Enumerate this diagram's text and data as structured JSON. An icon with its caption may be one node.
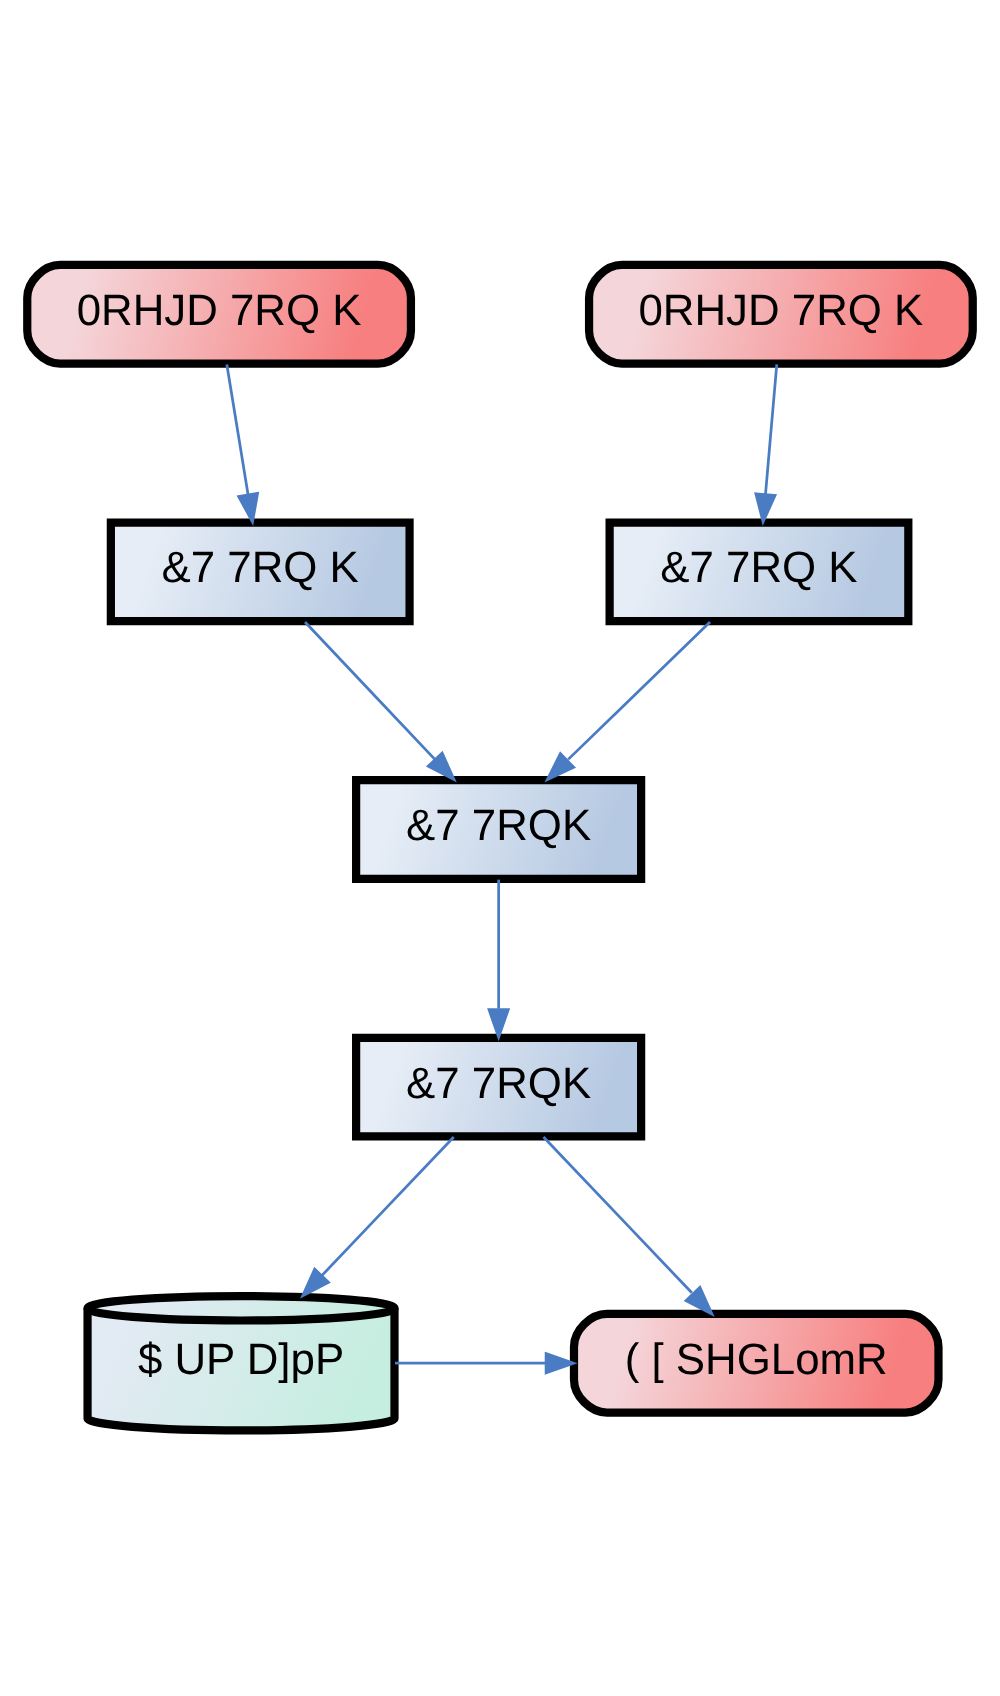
{
  "diagram": {
    "nodes": [
      {
        "text": [
          "0RHJD 7RQ K"
        ]
      },
      {
        "text": [
          "0RHJD 7RQ K"
        ]
      },
      {
        "text": [
          "&7 7RQ K"
        ]
      },
      {
        "text": [
          "&7 7RQ K"
        ]
      },
      {
        "text": [
          "&7 7RQK"
        ]
      },
      {
        "text": [
          "&7 7RQK"
        ]
      },
      {
        "text": [
          "( [ SHGLomR"
        ]
      },
      {
        "text": [
          "$ UP D]pP"
        ]
      }
    ],
    "edges": [
      {
        "from": 0,
        "to": 2,
        "arrow": "to"
      },
      {
        "from": 1,
        "to": 3,
        "arrow": "to"
      },
      {
        "from": 2,
        "to": 4,
        "arrow": "to"
      },
      {
        "from": 3,
        "to": 4,
        "arrow": "to"
      },
      {
        "from": 4,
        "to": 5,
        "arrow": "to"
      },
      {
        "from": 5,
        "to": 6,
        "arrow": "to"
      },
      {
        "from": 5,
        "to": 7,
        "arrow": "to"
      },
      {
        "from": 7,
        "to": 6,
        "arrow": "to"
      }
    ]
  }
}
